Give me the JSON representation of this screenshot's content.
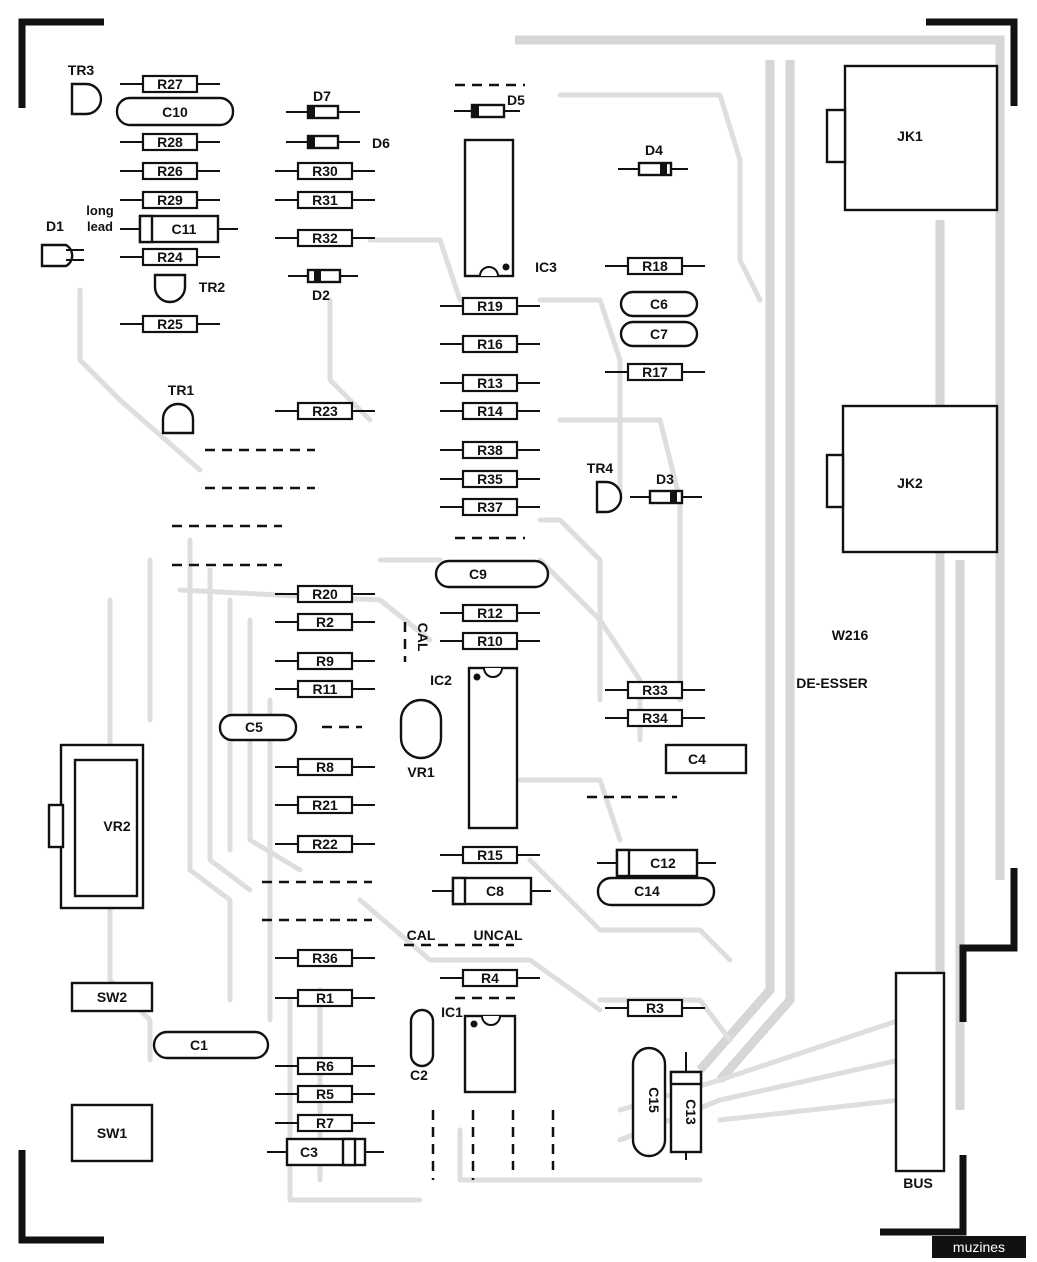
{
  "board": {
    "title": "W216",
    "subtitle": "DE-ESSER",
    "note": "long\nlead",
    "bus_label": "BUS",
    "cal_vertical": "CAL",
    "cal_label": "CAL",
    "uncal_label": "UNCAL"
  },
  "resistors": [
    "R27",
    "R28",
    "R26",
    "R29",
    "R24",
    "R25",
    "R30",
    "R31",
    "R32",
    "R23",
    "R19",
    "R16",
    "R13",
    "R14",
    "R38",
    "R35",
    "R37",
    "R12",
    "R10",
    "R20",
    "R2",
    "R9",
    "R11",
    "R8",
    "R21",
    "R22",
    "R15",
    "R36",
    "R1",
    "R4",
    "R3",
    "R6",
    "R5",
    "R7",
    "R18",
    "R17",
    "R33",
    "R34"
  ],
  "capacitors": [
    "C10",
    "C11",
    "C6",
    "C7",
    "C9",
    "C5",
    "C4",
    "C12",
    "C14",
    "C8",
    "C1",
    "C2",
    "C3",
    "C15",
    "C13"
  ],
  "diodes": [
    "D7",
    "D6",
    "D5",
    "D4",
    "D2",
    "D3",
    "D1"
  ],
  "transistors": [
    "TR3",
    "TR2",
    "TR1",
    "TR4"
  ],
  "ics": [
    "IC3",
    "IC2",
    "IC1"
  ],
  "controls": [
    "VR1",
    "VR2",
    "SW1",
    "SW2",
    "JK1",
    "JK2"
  ],
  "watermark": "muzines"
}
